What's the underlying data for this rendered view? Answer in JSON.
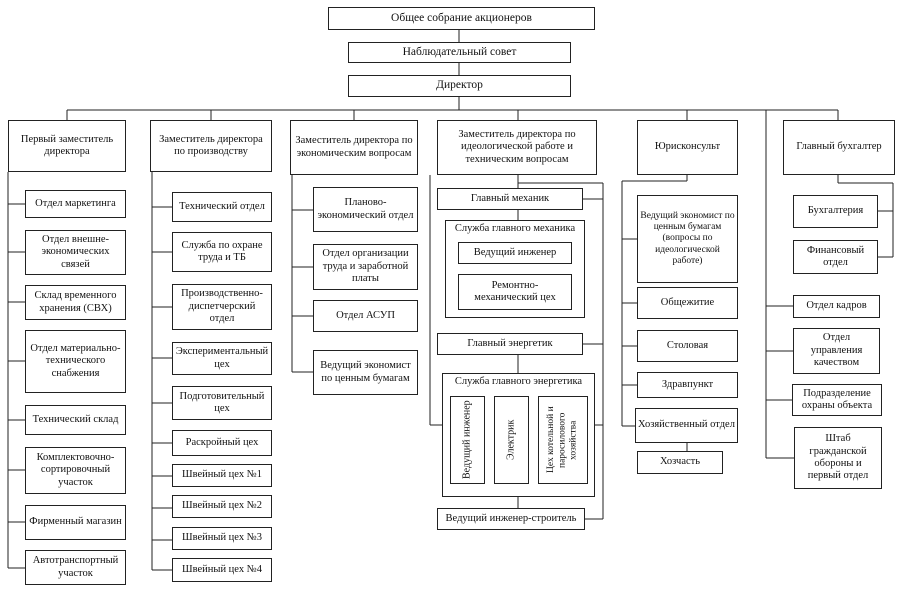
{
  "top_chain": {
    "shareholders": "Общее собрание акционеров",
    "supervisory_board": "Наблюдательный совет",
    "director": "Директор"
  },
  "marketing_branch": {
    "head": "Первый заместитель директора",
    "units": [
      "Отдел маркетинга",
      "Отдел внешне-экономических связей",
      "Склад временного хранения (СВХ)",
      "Отдел материально-технического снабжения",
      "Технический склад",
      "Комплектовочно-сортировочный участок",
      "Фирменный магазин",
      "Автотранспортный участок"
    ]
  },
  "production_branch": {
    "head": "Заместитель директора по производству",
    "units": [
      "Технический отдел",
      "Служба по охране труда и ТБ",
      "Производственно-диспетчерский отдел",
      "Экспериментальный цех",
      "Подготовительный цех",
      "Раскройный цех",
      "Швейный цех №1",
      "Швейный цех №2",
      "Швейный цех №3",
      "Швейный цех №4"
    ]
  },
  "economics_branch": {
    "head": "Заместитель директора по экономическим вопросам",
    "units": [
      "Планово-экономический отдел",
      "Отдел организации труда и заработной платы",
      "Отдел АСУП",
      "Ведущий экономист по ценным бумагам"
    ]
  },
  "technical_branch": {
    "head": "Заместитель директора по идеологической работе и техническим вопросам",
    "chief_mechanic": "Главный механик",
    "mechanic_service": {
      "title": "Служба главного механика",
      "units": [
        "Ведущий инженер",
        "Ремонтно-механический цех"
      ]
    },
    "chief_power_engineer": "Главный энергетик",
    "power_service": {
      "title": "Служба главного энергетика",
      "units": [
        "Ведущий инженер",
        "Электрик",
        "Цех котельной и паросилового хозяйства"
      ]
    },
    "lead_civil_engineer": "Ведущий инженер-строитель"
  },
  "legal_branch": {
    "head": "Юрисконсульт",
    "units": [
      "Ведущий экономист по ценным бумагам (вопросы по идеологической работе)",
      "Общежитие",
      "Столовая",
      "Здравпункт",
      "Хозяйственный отдел"
    ],
    "household_sub_unit": "Хозчасть"
  },
  "accounting_branch": {
    "head": "Главный бухгалтер",
    "units": [
      "Бухгалтерия",
      "Финансовый отдел"
    ]
  },
  "director_units": [
    "Отдел кадров",
    "Отдел управления качеством",
    "Подразделение охраны объекта",
    "Штаб гражданской обороны и первый отдел"
  ]
}
